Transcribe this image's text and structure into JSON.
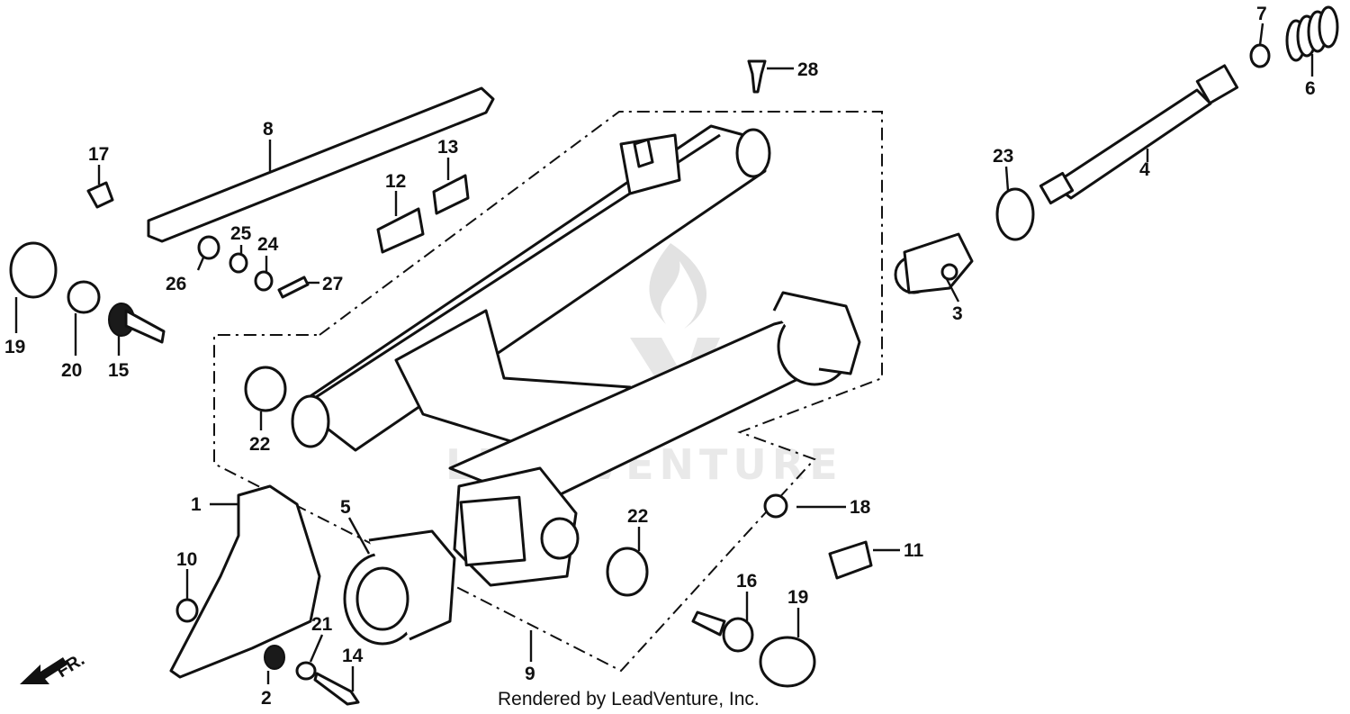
{
  "callouts": [
    {
      "id": "c1",
      "text": "1"
    },
    {
      "id": "c2",
      "text": "2"
    },
    {
      "id": "c3",
      "text": "3"
    },
    {
      "id": "c4",
      "text": "4"
    },
    {
      "id": "c5",
      "text": "5"
    },
    {
      "id": "c6",
      "text": "6"
    },
    {
      "id": "c7",
      "text": "7"
    },
    {
      "id": "c8",
      "text": "8"
    },
    {
      "id": "c9",
      "text": "9"
    },
    {
      "id": "c10",
      "text": "10"
    },
    {
      "id": "c11",
      "text": "11"
    },
    {
      "id": "c12",
      "text": "12"
    },
    {
      "id": "c13",
      "text": "13"
    },
    {
      "id": "c14",
      "text": "14"
    },
    {
      "id": "c15",
      "text": "15"
    },
    {
      "id": "c16",
      "text": "16"
    },
    {
      "id": "c17",
      "text": "17"
    },
    {
      "id": "c18",
      "text": "18"
    },
    {
      "id": "c19a",
      "text": "19"
    },
    {
      "id": "c19b",
      "text": "19"
    },
    {
      "id": "c20",
      "text": "20"
    },
    {
      "id": "c21",
      "text": "21"
    },
    {
      "id": "c22a",
      "text": "22"
    },
    {
      "id": "c22b",
      "text": "22"
    },
    {
      "id": "c23",
      "text": "23"
    },
    {
      "id": "c24",
      "text": "24"
    },
    {
      "id": "c25",
      "text": "25"
    },
    {
      "id": "c26",
      "text": "26"
    },
    {
      "id": "c27",
      "text": "27"
    },
    {
      "id": "c28",
      "text": "28"
    }
  ],
  "direction_label": "FR.",
  "footer": "Rendered by LeadVenture, Inc.",
  "watermark": "LEADVENTURE",
  "colors": {
    "ink": "#111111",
    "background": "#ffffff",
    "watermark": "#dcdcdc"
  }
}
